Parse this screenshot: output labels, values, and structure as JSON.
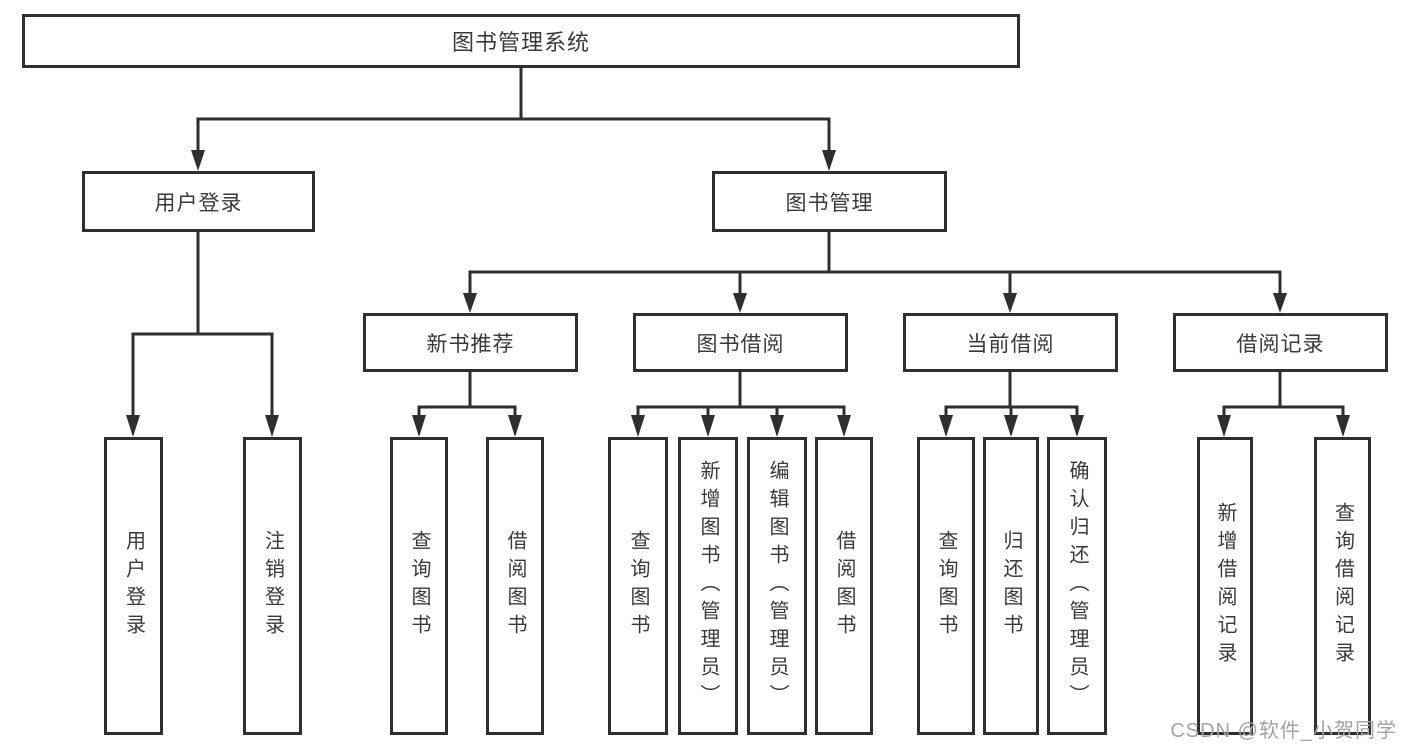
{
  "diagram": {
    "root": "图书管理系统",
    "level2": [
      "用户登录",
      "图书管理"
    ],
    "level3": [
      "新书推荐",
      "图书借阅",
      "当前借阅",
      "借阅记录"
    ],
    "leaves_user": [
      "用户登录",
      "注销登录"
    ],
    "leaves_newbook": [
      "查询图书",
      "借阅图书"
    ],
    "leaves_borrow": [
      "查询图书",
      "新增图书（管理员）",
      "编辑图书（管理员）",
      "借阅图书"
    ],
    "leaves_current": [
      "查询图书",
      "归还图书",
      "确认归还（管理员）"
    ],
    "leaves_records": [
      "新增借阅记录",
      "查询借阅记录"
    ]
  },
  "watermark": "CSDN @软件_小贺同学",
  "colors": {
    "line": "#2f2f2f",
    "text": "#3a3a3a",
    "watermark": "#a3a3a3",
    "background": "#ffffff"
  }
}
